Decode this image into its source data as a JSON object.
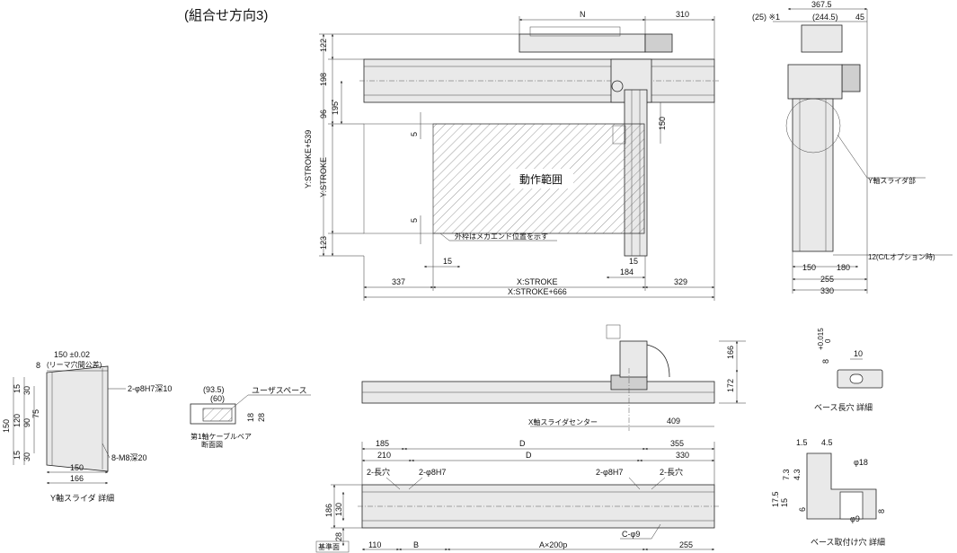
{
  "title": "(組合せ方向3)",
  "main_view": {
    "top_dims": [
      "N",
      "310"
    ],
    "left_dims": [
      "122",
      "198",
      "96",
      "195",
      "Y:STROKE+539",
      "Y:STROKE",
      "123"
    ],
    "inner_small": [
      "5",
      "5",
      "15",
      "150"
    ],
    "motion_label": "動作範囲",
    "stroke_note": "外枠はメカエンド位置を示す",
    "bottom_dims": [
      "15",
      "184",
      "15",
      "337",
      "X:STROKE",
      "329",
      "X:STROKE+666"
    ]
  },
  "side_view": {
    "top_dims": [
      "367.5",
      "(25) ※1",
      "(244.5)",
      "45"
    ],
    "callout_slider": "Y軸スライダ部",
    "callout_option": "12(C/Lオプション時)",
    "bottom_dims": [
      "150",
      "180",
      "255",
      "330"
    ]
  },
  "front_view": {
    "right_dims": [
      "166",
      "172"
    ],
    "center_label": "X軸スライダセンター",
    "center_dim": "409"
  },
  "plan_view": {
    "top_dims": [
      "185",
      "210",
      "D",
      "D",
      "355",
      "330"
    ],
    "hole_labels": [
      "2-長穴",
      "2-φ8H7",
      "2-φ8H7",
      "2-長穴"
    ],
    "left_dims": [
      "186",
      "130",
      "28"
    ],
    "bottom_dims": [
      "基準面",
      "110",
      "B",
      "A×200p",
      "255"
    ],
    "hole_callout": "C-φ9"
  },
  "slider_detail": {
    "top_dim": "150 ±0.02",
    "top_note": "(リーマ穴間公差)",
    "left_dims": [
      "8",
      "15",
      "30",
      "120",
      "150",
      "90",
      "75",
      "15",
      "30"
    ],
    "callouts": [
      "2-φ8H7深10",
      "8-M8深20"
    ],
    "bottom_dims": [
      "150",
      "166"
    ],
    "caption": "Y軸スライダ 詳細"
  },
  "cable_detail": {
    "dims": [
      "(93.5)",
      "(60)",
      "18",
      "28"
    ],
    "callout": "ユーザスペース",
    "caption_1": "第1軸ケーブルベア",
    "caption_2": "断面図"
  },
  "slot_detail": {
    "dims": [
      "10",
      "8",
      "+0.015",
      "0"
    ],
    "caption": "ベース長穴 詳細"
  },
  "mount_detail": {
    "dims": [
      "1.5",
      "4.5",
      "φ18",
      "7.3",
      "4.3",
      "17.5",
      "15",
      "6",
      "8",
      "φ9"
    ],
    "caption": "ベース取付け穴 詳細"
  }
}
